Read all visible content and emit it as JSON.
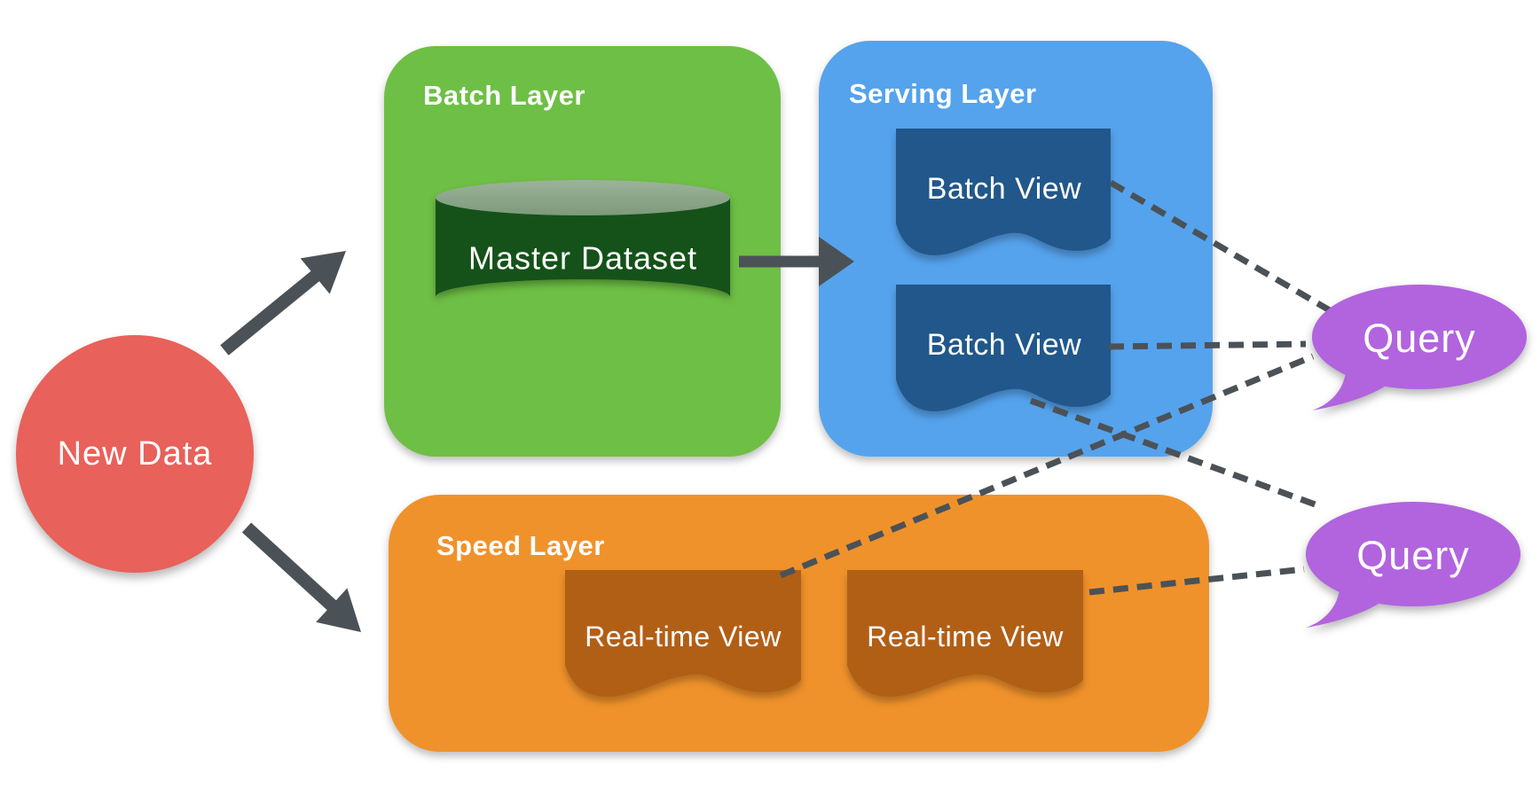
{
  "nodes": {
    "new_data": {
      "label": "New Data"
    },
    "batch_layer": {
      "label": "Batch Layer",
      "master_dataset": {
        "label": "Master Dataset"
      }
    },
    "serving_layer": {
      "label": "Serving Layer",
      "views": [
        {
          "label": "Batch View"
        },
        {
          "label": "Batch View"
        }
      ]
    },
    "speed_layer": {
      "label": "Speed Layer",
      "views": [
        {
          "label": "Real-time View"
        },
        {
          "label": "Real-time View"
        }
      ]
    },
    "queries": [
      {
        "label": "Query"
      },
      {
        "label": "Query"
      }
    ]
  },
  "connections": [
    {
      "from": "New Data",
      "to": "Batch Layer",
      "style": "solid-arrow"
    },
    {
      "from": "New Data",
      "to": "Speed Layer",
      "style": "solid-arrow"
    },
    {
      "from": "Master Dataset",
      "to": "Serving Layer",
      "style": "solid-arrow"
    },
    {
      "from": "Batch View 1",
      "to": "Query 1",
      "style": "dashed"
    },
    {
      "from": "Batch View 2",
      "to": "Query 1",
      "style": "dashed"
    },
    {
      "from": "Batch View 2",
      "to": "Query 2",
      "style": "dashed"
    },
    {
      "from": "Real-time View 1",
      "to": "Query 1",
      "style": "dashed"
    },
    {
      "from": "Real-time View 2",
      "to": "Query 2",
      "style": "dashed"
    }
  ],
  "colors": {
    "new_data_red": "#E8615A",
    "batch_green": "#6EBF45",
    "dataset_dark_green": "#155219",
    "dataset_top_light": "#9CB29A",
    "dataset_top_dark": "#7D9A7A",
    "serving_blue": "#55A3ED",
    "batch_view_navy": "#21578A",
    "speed_orange": "#F0922B",
    "realtime_brown": "#B25F16",
    "query_purple": "#B164DE",
    "connector_gray": "#4B5257",
    "label_white": "#FFFFFF"
  }
}
